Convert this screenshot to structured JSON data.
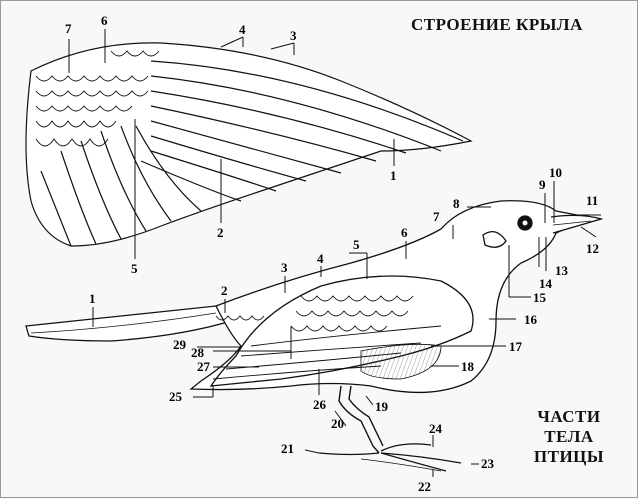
{
  "titles": {
    "wing": "СТРОЕНИЕ КРЫЛА",
    "body_lines": [
      "ЧАСТИ",
      "ТЕЛА",
      "ПТИЦЫ"
    ]
  },
  "wing_labels": [
    "7",
    "6",
    "4",
    "3",
    "1",
    "2",
    "5"
  ],
  "body_labels": [
    "1",
    "2",
    "3",
    "4",
    "5",
    "6",
    "7",
    "8",
    "9",
    "10",
    "11",
    "12",
    "13",
    "14",
    "15",
    "16",
    "17",
    "18",
    "19",
    "20",
    "21",
    "22",
    "23",
    "24",
    "25",
    "26",
    "27",
    "28",
    "29"
  ]
}
